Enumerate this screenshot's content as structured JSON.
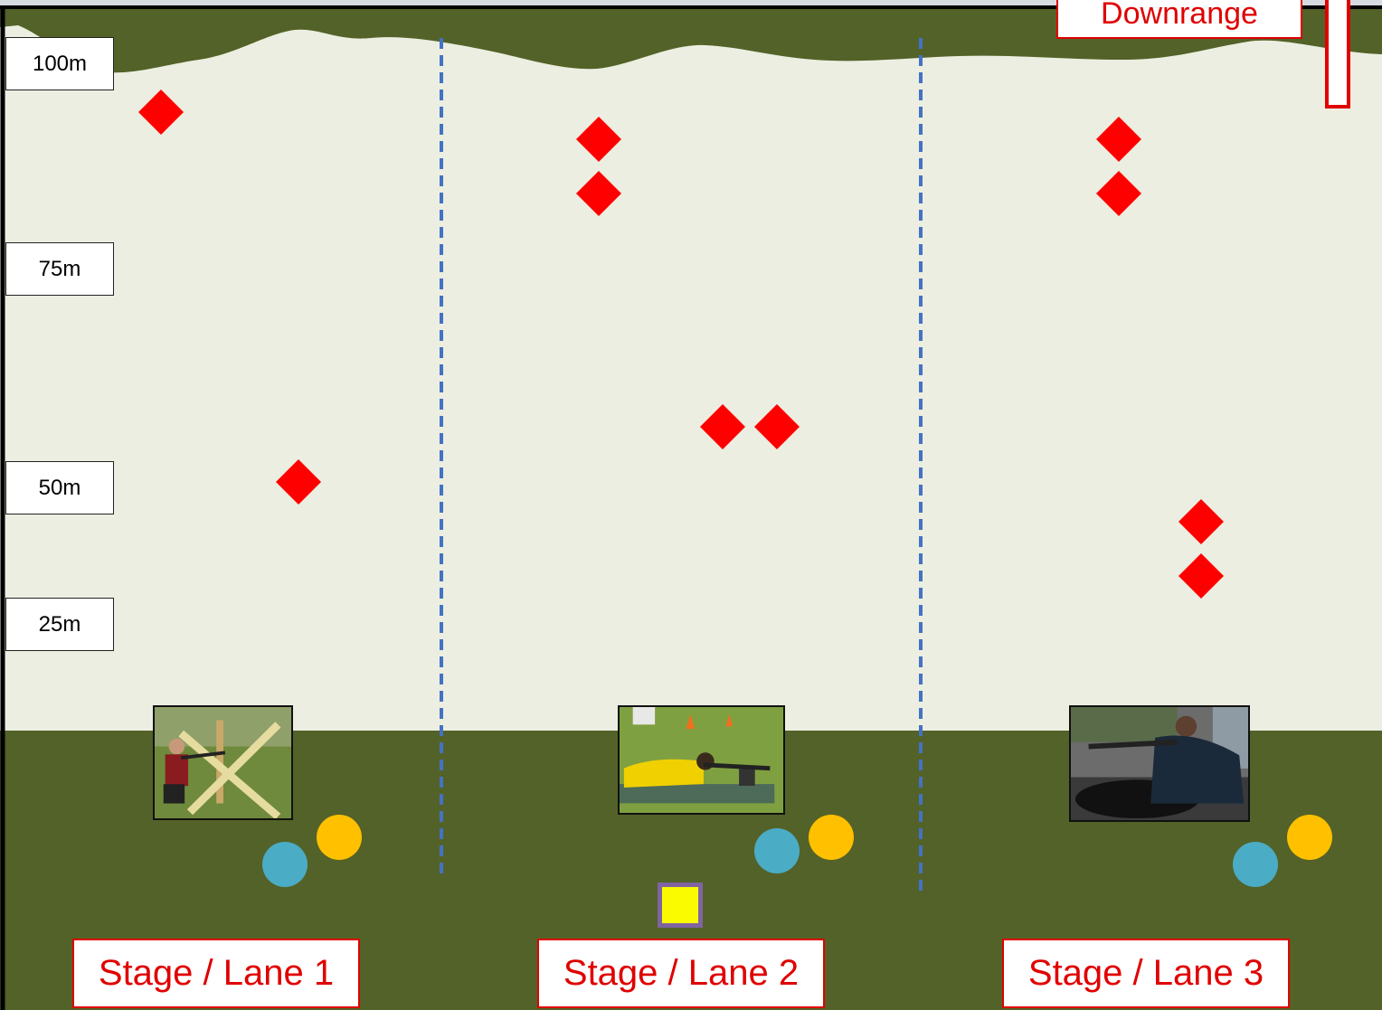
{
  "distance_labels": [
    "100m",
    "75m",
    "50m",
    "25m"
  ],
  "downrange": {
    "label": "Downrange"
  },
  "stages": [
    {
      "label": "Stage / Lane 1",
      "photo": "rifle-shooter-at-barricade-photo",
      "targets": 2
    },
    {
      "label": "Stage / Lane 2",
      "photo": "prone-rifle-shooter-photo",
      "targets": 4
    },
    {
      "label": "Stage / Lane 3",
      "photo": "rifle-shooter-on-tyre-photo",
      "targets": 4
    }
  ],
  "colors": {
    "field": "#ebeee0",
    "grass": "#536228",
    "target": "#ff0000",
    "lane_divider": "#4472c4",
    "blue_circle": "#4bacc6",
    "orange_circle": "#ffc000",
    "marker_fill": "#fbfb00",
    "marker_border": "#8064a2"
  }
}
